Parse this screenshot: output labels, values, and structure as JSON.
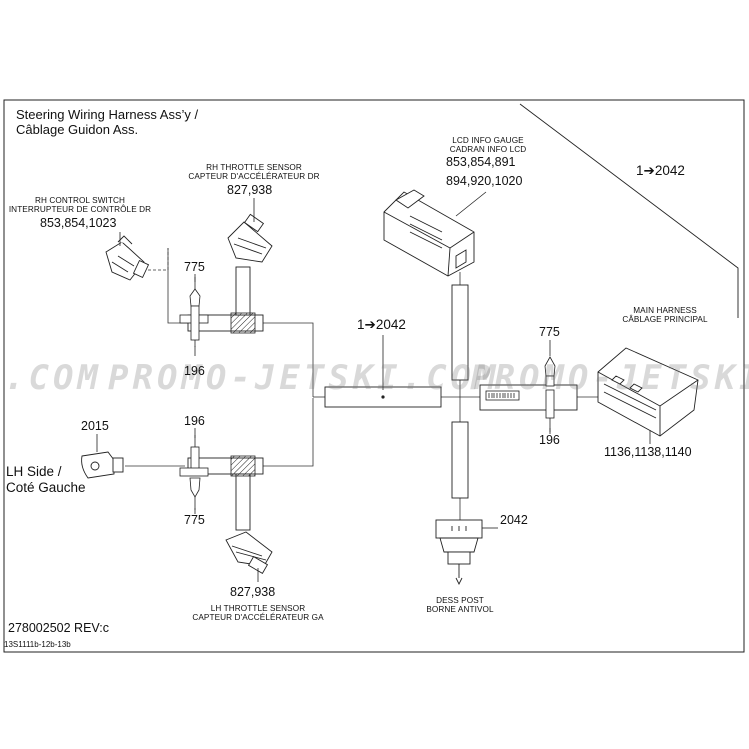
{
  "title": {
    "line1": "Steering Wiring Harness Ass’y /",
    "line2": "Câblage Guidon Ass."
  },
  "lcd": {
    "label_en": "LCD INFO GAUGE",
    "label_fr": "CADRAN INFO LCD",
    "parts_a": "853,854,891",
    "parts_b": "894,920,1020"
  },
  "rh_throttle": {
    "label_en": "RH THROTTLE SENSOR",
    "label_fr": "CAPTEUR D'ACCÉLÉRATEUR DR",
    "parts": "827,938"
  },
  "rh_switch": {
    "label_en": "RH CONTROL SWITCH",
    "label_fr": "INTERRUPTEUR DE CONTRÔLE DR",
    "parts": "853,854,1023"
  },
  "main_harness": {
    "label_en": "MAIN HARNESS",
    "label_fr": "CÂBLAGE PRINCIPAL",
    "parts": "1136,1138,1140"
  },
  "lh_throttle": {
    "label_en": "LH THROTTLE SENSOR",
    "label_fr": "CAPTEUR D'ACCÉLÉRATEUR GA",
    "parts": "827,938"
  },
  "dess": {
    "label_en": "DESS POST",
    "label_fr": "BORNE ANTIVOL",
    "parts": "2042"
  },
  "lh_side": {
    "line1": "LH Side /",
    "line2": "Coté Gauche",
    "parts": "2015"
  },
  "refs": {
    "ref_top": "1➔2042",
    "ref_mid": "1➔2042",
    "p775_upper": "775",
    "p196_upper": "196",
    "p196_lower": "196",
    "p775_lower": "775",
    "p775_right": "775",
    "p196_right": "196"
  },
  "doc_number": "278002502 REV:c",
  "drawing_code": "13S1111b-12b-13b",
  "watermark": {
    "left": ".COM",
    "mid": "PROMO-JETSKI.COM",
    "right": "PROMO-JETSKI"
  }
}
